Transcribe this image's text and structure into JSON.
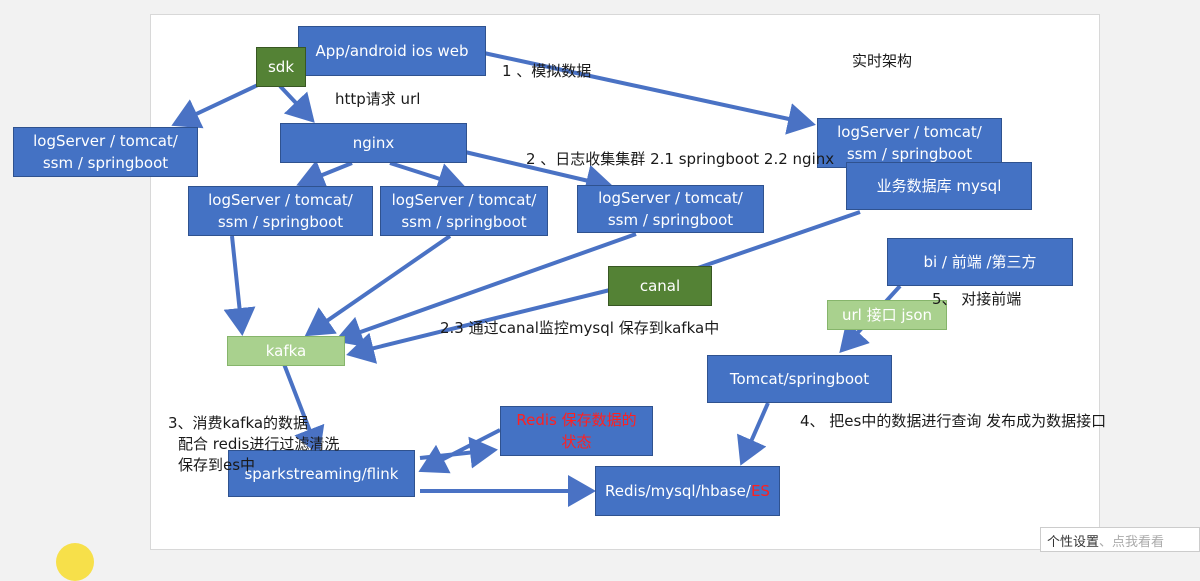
{
  "diagram": {
    "nodes": {
      "app_web": "App/android ios   web",
      "sdk": "sdk",
      "nginx": "nginx",
      "logserver_left": [
        "logServer  / tomcat/",
        "ssm / springboot"
      ],
      "logserver_1": [
        "logServer  / tomcat/",
        "ssm / springboot"
      ],
      "logserver_2": [
        "logServer  / tomcat/",
        "ssm / springboot"
      ],
      "logserver_3": [
        "logServer  / tomcat/",
        "ssm / springboot"
      ],
      "logserver_right": [
        "logServer  / tomcat/",
        "ssm / springboot"
      ],
      "mysql_db": "业务数据库 mysql",
      "bi_frontend": "bi / 前端  /第三方",
      "canal": "canal",
      "url_json": "url 接口 json",
      "kafka": "kafka",
      "tomcat_springboot": "Tomcat/springboot",
      "redis_state": [
        "Redis 保存数据的",
        "状态"
      ],
      "sparkstreaming": "sparkstreaming/flink",
      "storage_prefix": "Redis/mysql/hbase/",
      "storage_es": "ES"
    },
    "labels": {
      "title": "实时架构",
      "step1": "1 、模拟数据",
      "http": "http请求    url",
      "step2": "2 、日志收集集群  2.1 springboot 2.2 nginx",
      "step23": "2.3  通过canal监控mysql 保存到kafka中",
      "step5": "5、  对接前端",
      "step3_line1": "3、消费kafka的数据",
      "step3_line2": "配合 redis进行过滤清洗",
      "step3_line3": "保存到es中",
      "step4": "4、 把es中的数据进行查询 发布成为数据接口"
    },
    "colors": {
      "box_blue": "#4472c4",
      "arrow_blue": "#4a72c4",
      "green_dark": "#548235",
      "green_light": "#a9d18e",
      "red_text": "#ff2020"
    }
  },
  "overlay": {
    "settings_text": "个性设置",
    "settings_hint": "、点我看看"
  }
}
